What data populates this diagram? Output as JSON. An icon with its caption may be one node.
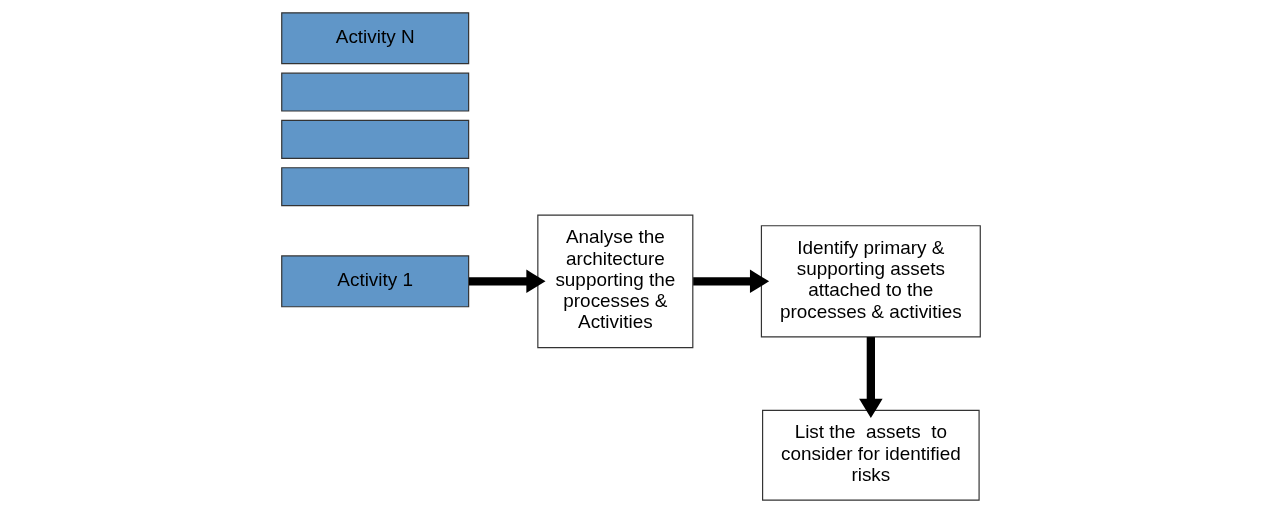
{
  "diagram": {
    "nodes": [
      {
        "text": [
          "Activity N"
        ]
      },
      {
        "text": [],
        "shape": "box"
      },
      {
        "text": [],
        "shape": "box"
      },
      {
        "text": [],
        "shape": "box"
      },
      {
        "text": [
          "Activity 1"
        ]
      },
      {
        "text": [
          "Analyse the architecture supporting the processes & Activities"
        ]
      },
      {
        "text": [
          "Identify primary & supporting assets attached to the processes & activities"
        ]
      },
      {
        "text": [
          "List the  assets  to consider for identified risks"
        ]
      }
    ],
    "edges": [
      {
        "from": 4,
        "to": 5,
        "arrow": "to"
      },
      {
        "from": 5,
        "to": 6,
        "arrow": "to"
      },
      {
        "from": 6,
        "to": 7,
        "arrow": "to"
      }
    ]
  }
}
